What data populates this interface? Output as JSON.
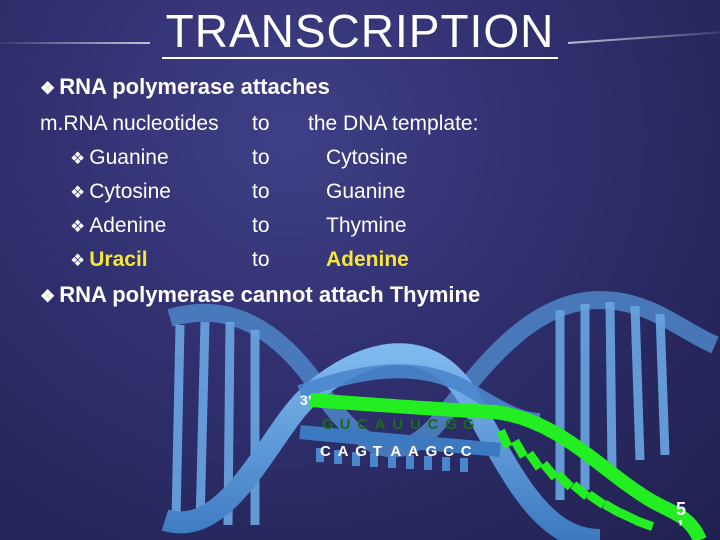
{
  "title": "TRANSCRIPTION",
  "bullet1": "RNA polymerase attaches",
  "header": {
    "col1": "m.RNA nucleotides",
    "col2": "to",
    "col3": "the DNA template:"
  },
  "pairs": [
    {
      "mrna": "Guanine",
      "to": "to",
      "dna": "Cytosine"
    },
    {
      "mrna": "Cytosine",
      "to": "to",
      "dna": "Guanine"
    },
    {
      "mrna": "Adenine",
      "to": "to",
      "dna": "Thymine"
    },
    {
      "mrna": "Uracil",
      "to": "to",
      "dna": "Adenine"
    }
  ],
  "bullet2": "RNA polymerase cannot attach Thymine",
  "diagram": {
    "label_3prime": "3’",
    "rna_letters": [
      "G",
      "U",
      "C",
      "A",
      "U",
      "U",
      "C",
      "G",
      "G"
    ],
    "dna_letters": [
      "C",
      "A",
      "G",
      "T",
      "A",
      "A",
      "G",
      "C",
      "C"
    ],
    "label_5prime_top": "5",
    "label_5prime_bottom": "’"
  },
  "colors": {
    "accent_yellow": "#f5e63c",
    "rna_green": "#22ee22",
    "dna_blue": "#5a9ad8"
  }
}
